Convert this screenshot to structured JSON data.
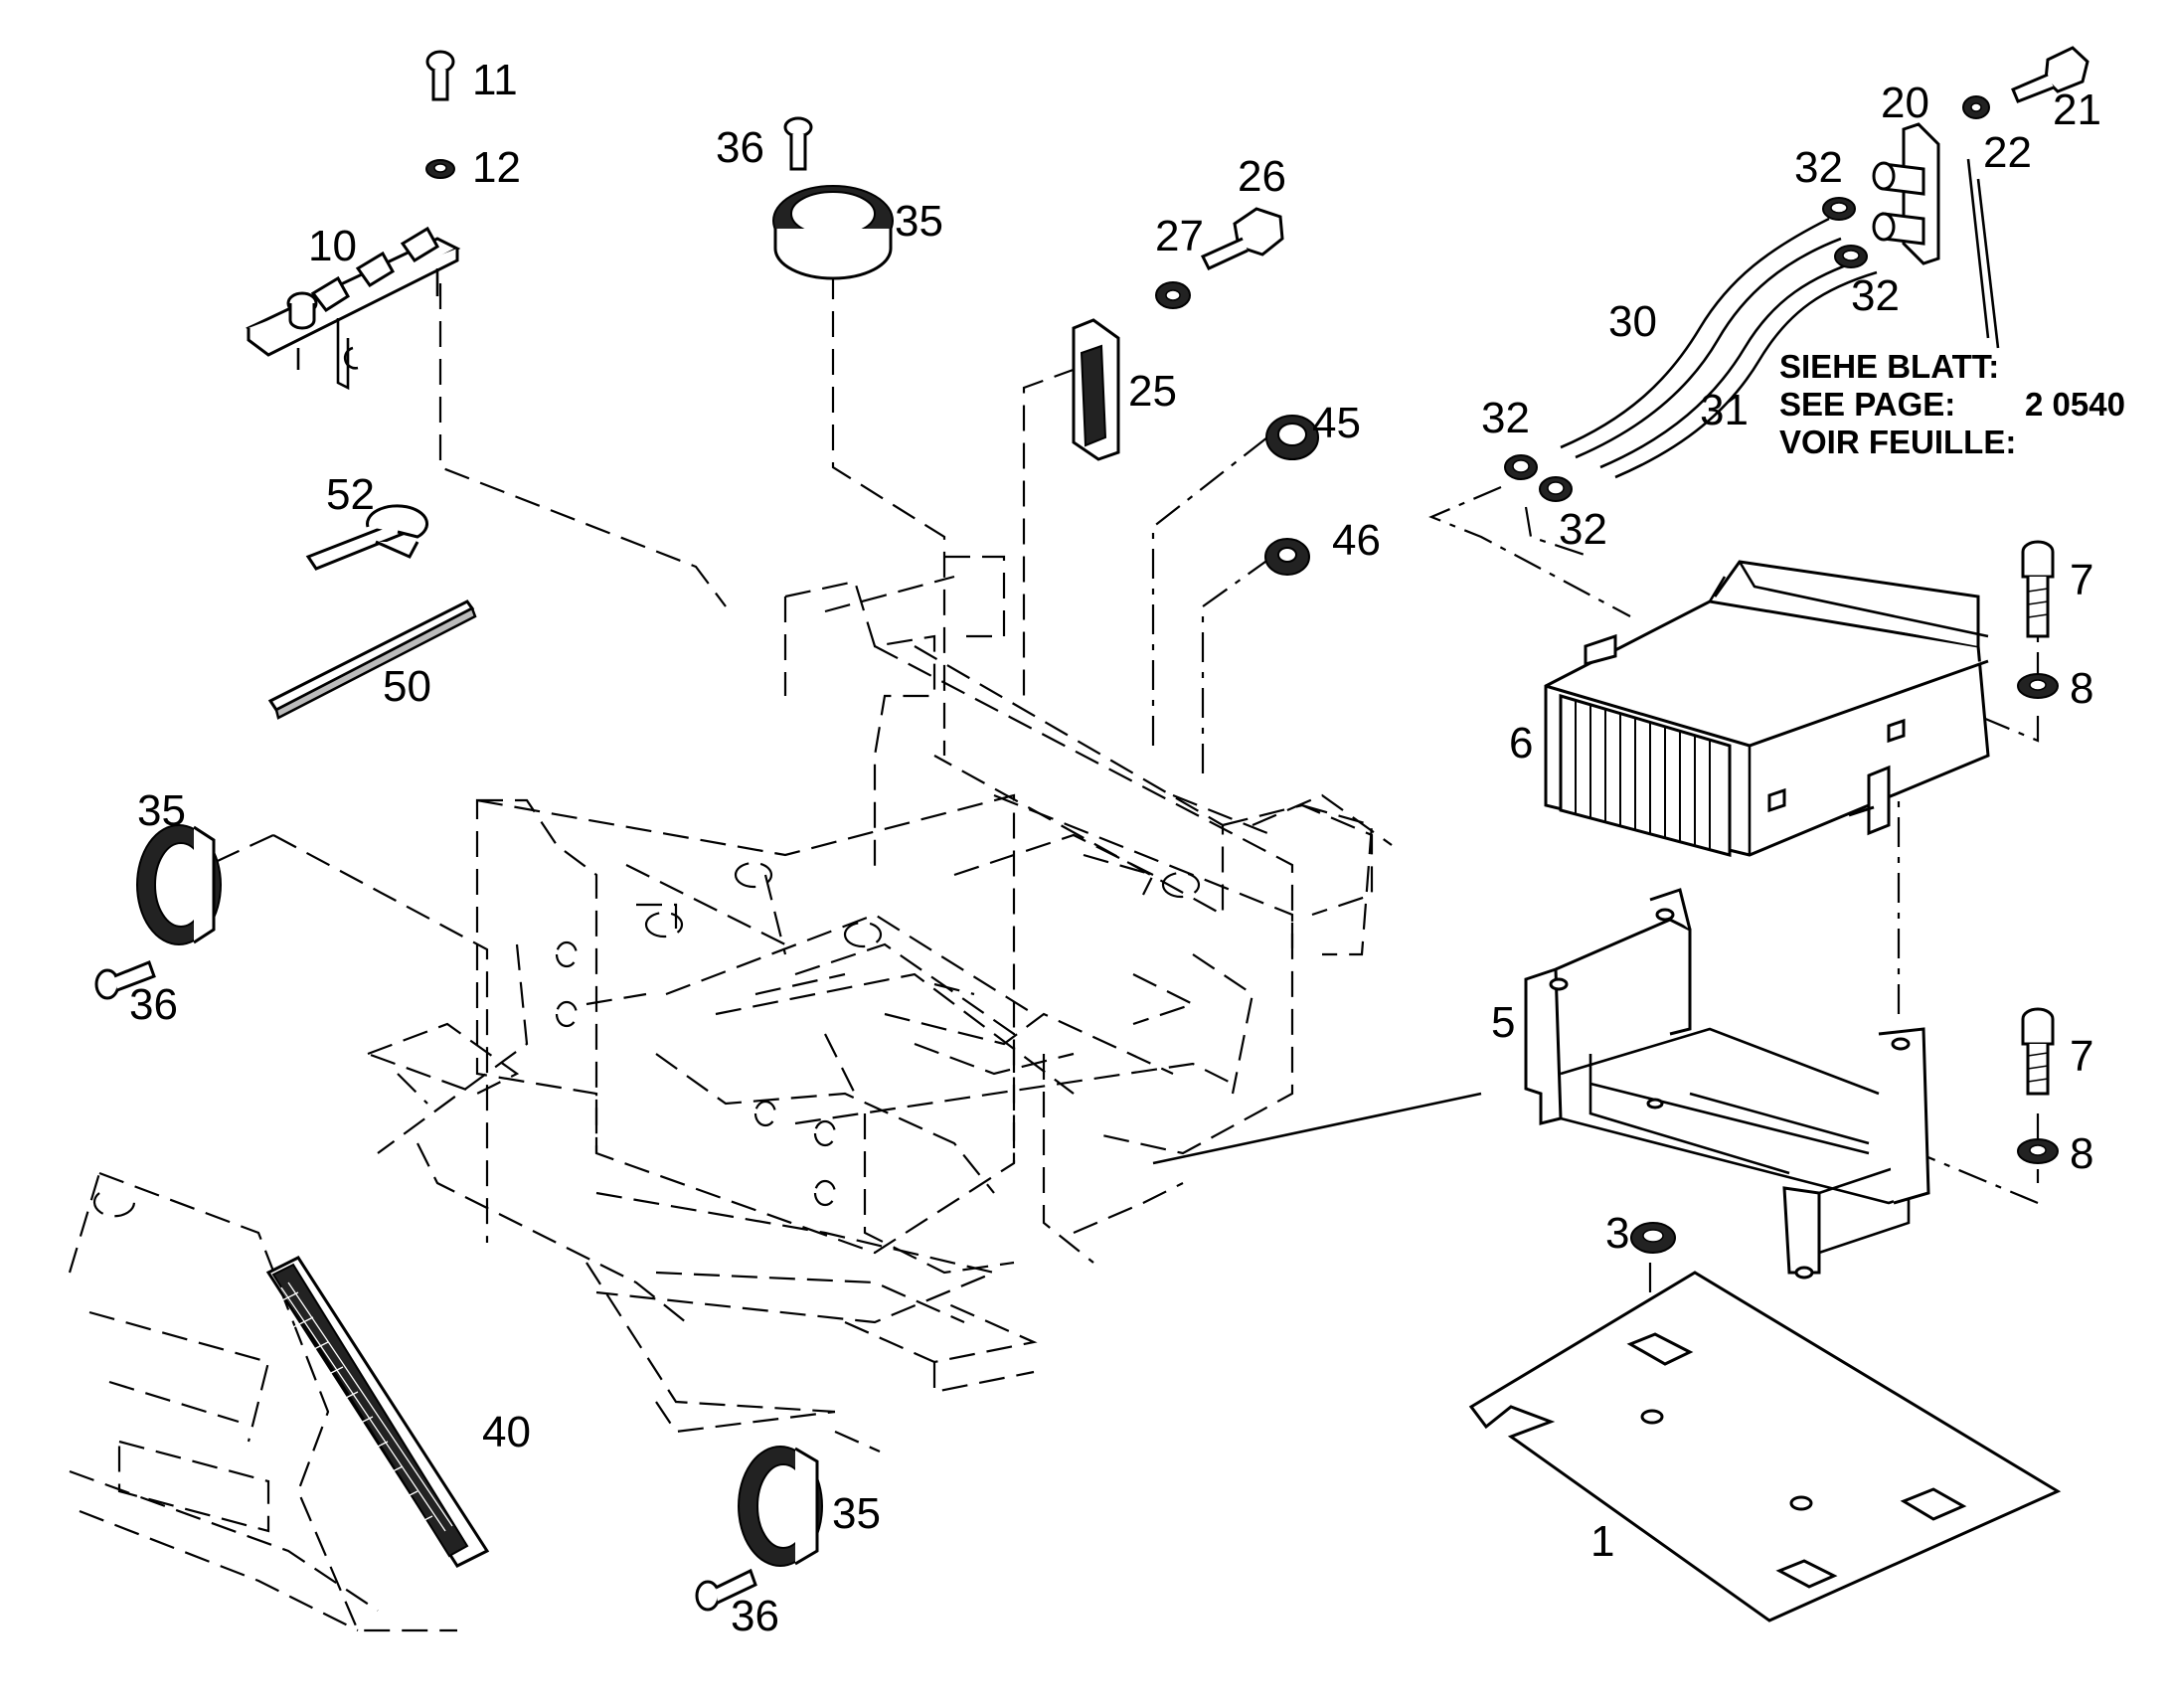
{
  "callouts": {
    "p1": "1",
    "p3": "3",
    "p5": "5",
    "p6": "6",
    "p7a": "7",
    "p7b": "7",
    "p8a": "8",
    "p8b": "8",
    "p10": "10",
    "p11": "11",
    "p12": "12",
    "p20": "20",
    "p21": "21",
    "p22": "22",
    "p25": "25",
    "p26": "26",
    "p27": "27",
    "p30": "30",
    "p31": "31",
    "p32a": "32",
    "p32b": "32",
    "p32c": "32",
    "p32d": "32",
    "p35a": "35",
    "p35b": "35",
    "p35c": "35",
    "p36a": "36",
    "p36b": "36",
    "p36c": "36",
    "p40": "40",
    "p45": "45",
    "p46": "46",
    "p50": "50",
    "p52": "52"
  },
  "reference_note": {
    "line_de": "SIEHE BLATT:",
    "line_en": "SEE PAGE:",
    "line_fr": "VOIR FEUILLE:",
    "page_number": "2 0540"
  }
}
